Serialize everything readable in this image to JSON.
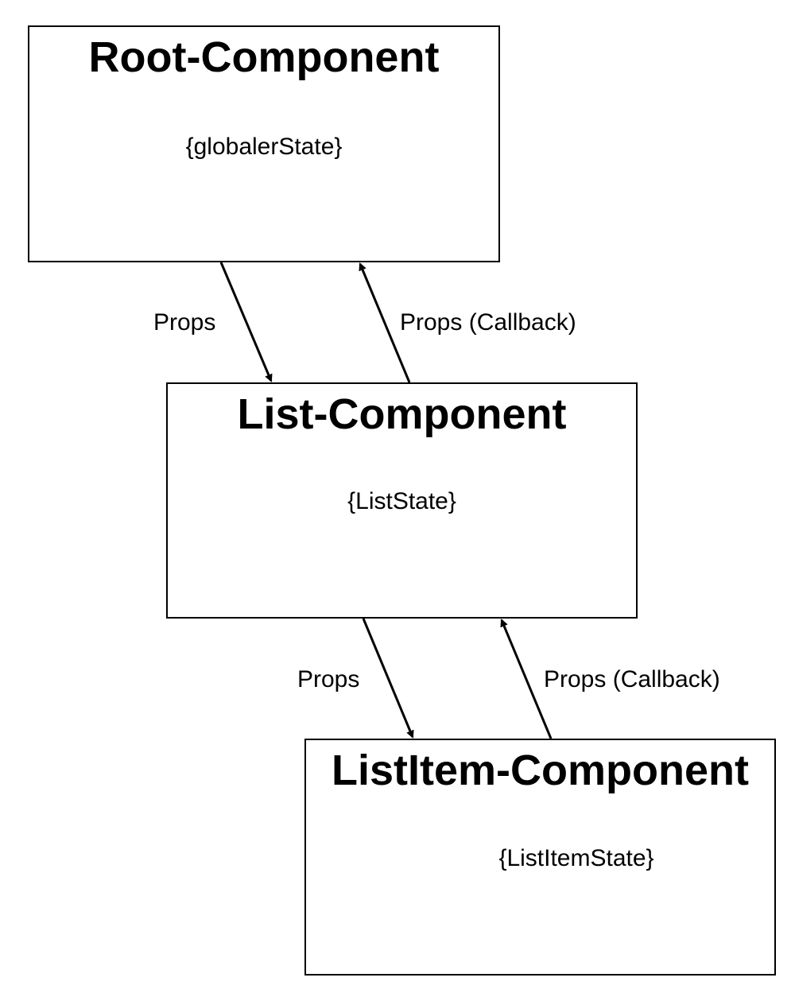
{
  "nodes": {
    "root": {
      "title": "Root-Component",
      "state": "{globalerState}"
    },
    "list": {
      "title": "List-Component",
      "state": "{ListState}"
    },
    "item": {
      "title": "ListItem-Component",
      "state": "{ListItemState}"
    }
  },
  "edges": [
    {
      "from": "root",
      "to": "list",
      "label": "Props"
    },
    {
      "from": "list",
      "to": "root",
      "label": "Props (Callback)"
    },
    {
      "from": "list",
      "to": "item",
      "label": "Props"
    },
    {
      "from": "item",
      "to": "list",
      "label": "Props (Callback)"
    }
  ],
  "colors": {
    "stroke": "#000000",
    "background": "#ffffff"
  }
}
